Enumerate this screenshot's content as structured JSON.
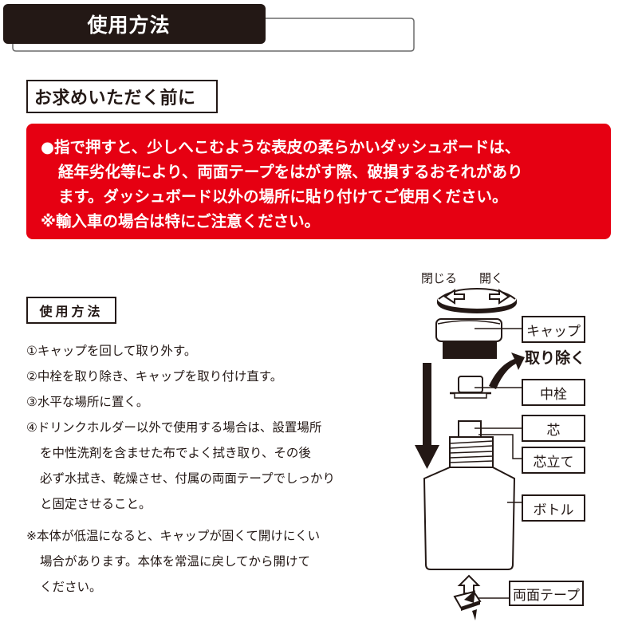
{
  "header": {
    "title": "使用方法"
  },
  "before_purchase": {
    "label": "お求めいただく前に",
    "warning_lines": [
      "●指で押すと、少しへこむような表皮の柔らかいダッシュボードは、",
      "経年劣化等により、両面テープをはがす際、破損するおそれがあり",
      "ます。ダッシュボード以外の場所に貼り付けてご使用ください。",
      "※輸入車の場合は特にご注意ください。"
    ],
    "warning_bg_color": "#e60012"
  },
  "usage": {
    "label": "使用方法",
    "steps": [
      {
        "lines": [
          "①キャップを回して取り外す。"
        ]
      },
      {
        "lines": [
          "②中栓を取り除き、キャップを取り付け直す。"
        ]
      },
      {
        "lines": [
          "③水平な場所に置く。"
        ]
      },
      {
        "lines": [
          "④ドリンクホルダー以外で使用する場合は、設置場所",
          "を中性洗剤を含ませた布でよく拭き取り、その後",
          "必ず水拭き、乾燥させ、付属の両面テープでしっかり",
          "と固定させること。"
        ]
      }
    ],
    "note_lines": [
      "※本体が低温になると、キャップが固くて開けにくい",
      "場合があります。本体を常温に戻してから開けて",
      "ください。"
    ]
  },
  "diagram": {
    "rotate_close": "閉じる",
    "rotate_open": "開く",
    "remove_text": "取り除く",
    "labels": {
      "cap": "キャップ",
      "inner_plug": "中栓",
      "wick": "芯",
      "wick_stand": "芯立て",
      "bottle": "ボトル",
      "double_tape": "両面テープ"
    }
  }
}
